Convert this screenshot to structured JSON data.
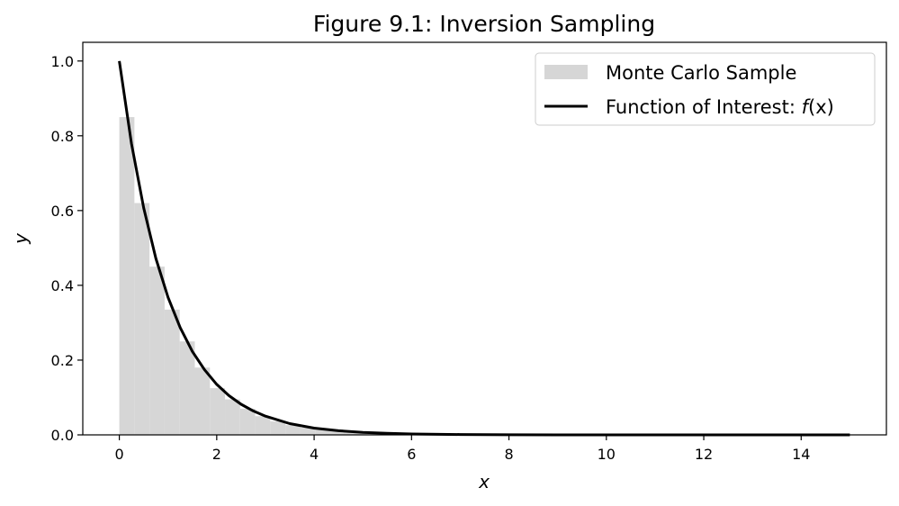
{
  "chart_data": {
    "type": "bar",
    "title": "Figure 9.1: Inversion Sampling",
    "xlabel": "x",
    "ylabel": "y",
    "xlim": [
      -0.75,
      15.75
    ],
    "ylim": [
      0,
      1.05
    ],
    "xticks": [
      "0",
      "2",
      "4",
      "6",
      "8",
      "10",
      "12",
      "14"
    ],
    "yticks": [
      "0.0",
      "0.2",
      "0.4",
      "0.6",
      "0.8",
      "1.0"
    ],
    "grid": false,
    "legend_position": "top-right",
    "histogram": {
      "name": "Monte Carlo Sample",
      "color": "#d6d6d6",
      "bin_width": 0.31,
      "bin_edges": [
        0.0,
        0.31,
        0.62,
        0.93,
        1.24,
        1.55,
        1.86,
        2.17,
        2.48,
        2.79,
        3.1,
        3.41,
        3.72,
        4.03,
        4.34,
        4.65,
        4.96,
        5.27,
        5.58,
        5.89,
        6.2
      ],
      "values": [
        0.85,
        0.62,
        0.45,
        0.335,
        0.25,
        0.18,
        0.125,
        0.095,
        0.07,
        0.05,
        0.036,
        0.026,
        0.019,
        0.014,
        0.01,
        0.007,
        0.005,
        0.004,
        0.003,
        0.002
      ]
    },
    "line": {
      "name": "Function of Interest: f(x)",
      "legend_prefix": "Function of Interest: ",
      "legend_func": "f",
      "legend_arg": "(x)",
      "color": "#000000",
      "x": [
        0,
        0.25,
        0.5,
        0.75,
        1.0,
        1.25,
        1.5,
        1.75,
        2.0,
        2.25,
        2.5,
        2.75,
        3.0,
        3.5,
        4.0,
        4.5,
        5.0,
        5.5,
        6.0,
        7.0,
        8.0,
        9.0,
        10.0,
        11.0,
        12.0,
        13.0,
        14.0,
        15.0
      ],
      "y": [
        1.0,
        0.779,
        0.607,
        0.472,
        0.368,
        0.287,
        0.223,
        0.174,
        0.135,
        0.105,
        0.082,
        0.064,
        0.05,
        0.03,
        0.018,
        0.011,
        0.0067,
        0.0041,
        0.0025,
        0.0009,
        0.0003,
        0.0001,
        0.0,
        0.0,
        0.0,
        0.0,
        0.0,
        0.0
      ]
    }
  }
}
